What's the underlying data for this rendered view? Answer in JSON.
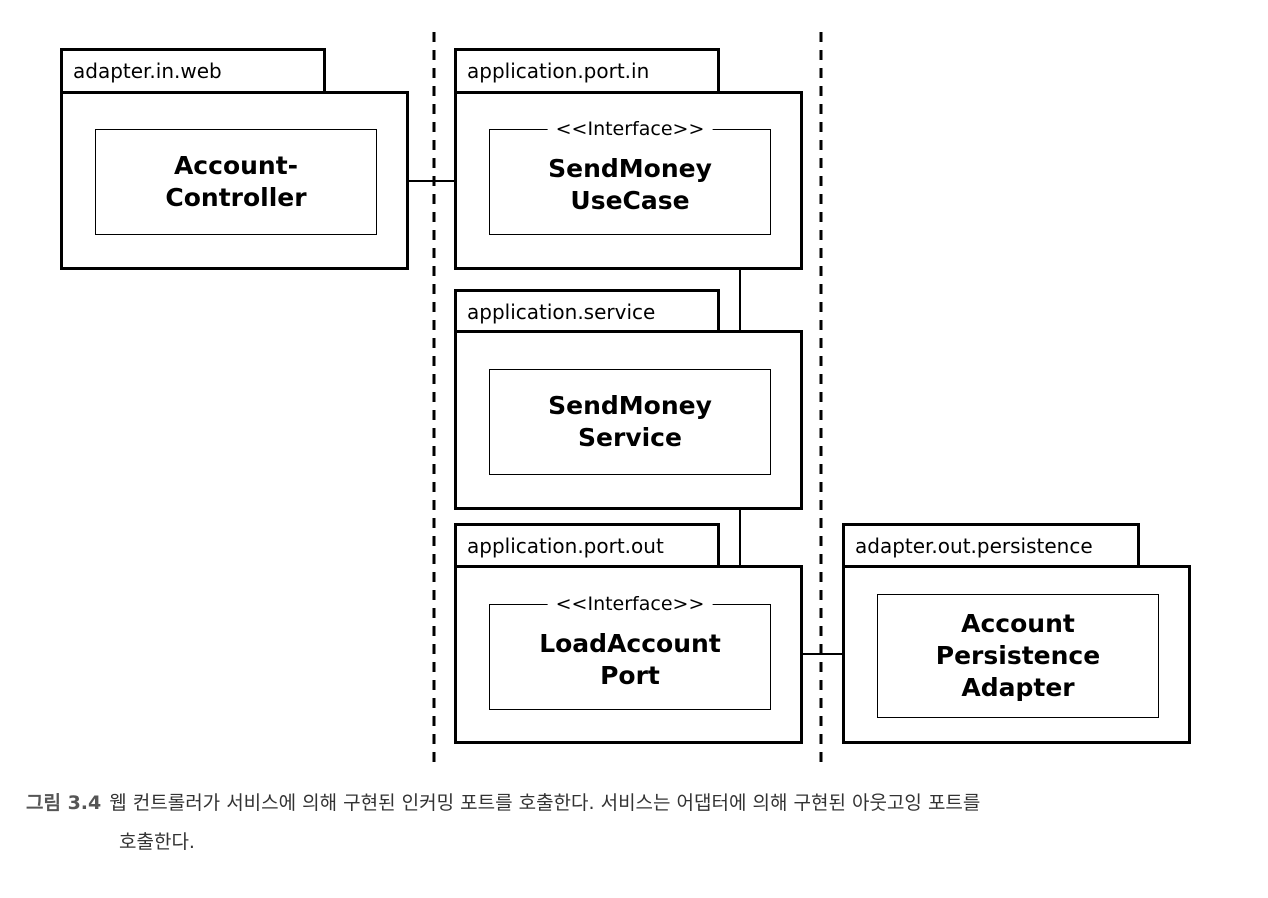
{
  "packages": {
    "adapter_in_web": {
      "name": "adapter.in.web",
      "component": [
        "Account-",
        "Controller"
      ]
    },
    "port_in": {
      "name": "application.port.in",
      "stereotype": "<<Interface>>",
      "component": [
        "SendMoney",
        "UseCase"
      ]
    },
    "service": {
      "name": "application.service",
      "component": [
        "SendMoney",
        "Service"
      ]
    },
    "port_out": {
      "name": "application.port.out",
      "stereotype": "<<Interface>>",
      "component": [
        "LoadAccount",
        "Port"
      ]
    },
    "adapter_out": {
      "name": "adapter.out.persistence",
      "component": [
        "Account",
        "Persistence",
        "Adapter"
      ]
    }
  },
  "caption": {
    "label": "그림 3.4",
    "line1": "웹 컨트롤러가 서비스에 의해 구현된 인커밍 포트를 호출한다. 서비스는 어댑터에 의해 구현된 아웃고잉 포트를",
    "line2": "호출한다."
  },
  "colors": {
    "line": "#000000",
    "caption": "#333333"
  }
}
